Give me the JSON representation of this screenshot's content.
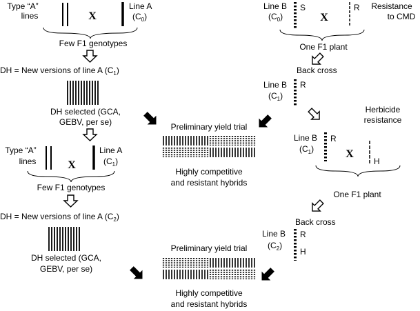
{
  "left_column": {
    "type_a_lines_1": [
      "Type “A”",
      "lines"
    ],
    "line_a_1": {
      "name": "Line A",
      "cycle": "(C",
      "sub": "0",
      "close": ")"
    },
    "cross_1": "X",
    "few_f1_1": "Few F1 genotypes",
    "dh_1": {
      "text": "DH = New versions of line A (C",
      "sub": "1",
      "close": ")"
    },
    "dh_selected_1": [
      "DH selected (GCA,",
      "GEBV, per se)"
    ],
    "type_a_lines_2": [
      "Type “A”",
      "lines"
    ],
    "line_a_2": {
      "name": "Line A",
      "cycle": "(C",
      "sub": "1",
      "close": ")"
    },
    "cross_2": "X",
    "few_f1_2": "Few F1 genotypes",
    "dh_2": {
      "text": "DH = New versions of line A (C",
      "sub": "2",
      "close": ")"
    },
    "dh_selected_2": [
      "DH selected (GCA,",
      "GEBV, per se)"
    ]
  },
  "center_column": {
    "trial_1": {
      "title": "Preliminary yield trial",
      "result": [
        "Highly competitive",
        "and resistant hybrids"
      ]
    },
    "trial_2": {
      "title": "Preliminary yield trial",
      "result": [
        "Highly competitive",
        "and resistant hybrids"
      ]
    }
  },
  "right_column": {
    "line_b_1": {
      "name": "Line B",
      "cycle": "(C",
      "sub": "0",
      "close": ")",
      "allele": "S"
    },
    "donor_cmd_allele": "R",
    "cross_cmd": "X",
    "resistance_cmd": [
      "Resistance",
      "to CMD"
    ],
    "one_f1_1": "One F1 plant",
    "back_cross_1": "Back cross",
    "line_b_2": {
      "name": "Line B",
      "cycle": "(C",
      "sub": "1",
      "close": ")",
      "allele": "R"
    },
    "herbicide": [
      "Herbicide",
      "resistance"
    ],
    "line_b_3": {
      "name": "Line B",
      "cycle": "(C",
      "sub": "1",
      "close": ")",
      "allele": "R"
    },
    "cross_herbicide": "X",
    "donor_herbicide_allele": "H",
    "one_f1_2": "One F1 plant",
    "back_cross_2": "Back cross",
    "line_b_4": {
      "name": "Line B",
      "cycle": "(C",
      "sub": "2",
      "close": ")",
      "alleles": [
        "R",
        "H"
      ]
    }
  }
}
